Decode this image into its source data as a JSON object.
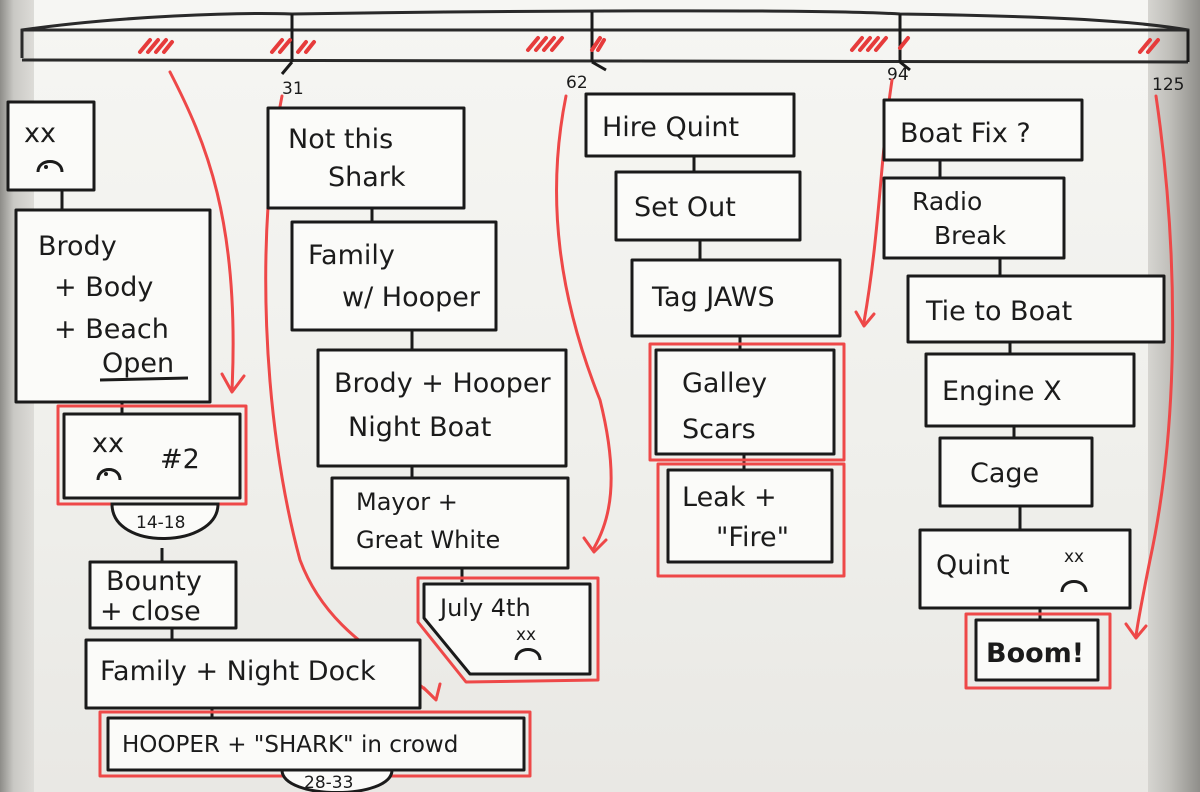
{
  "timeline": {
    "ticks": [
      "31",
      "62",
      "94",
      "125"
    ]
  },
  "col1": {
    "scene1": {
      "text": "xx",
      "glyph": "frown-icon"
    },
    "scene2": {
      "lines": [
        "Brody",
        "+ Body",
        "+ Beach",
        "Open"
      ]
    },
    "scene3": {
      "text": "xx",
      "number": "#2",
      "glyph": "frown-icon"
    },
    "range1": "14-18",
    "scene4": {
      "lines": [
        "Bounty",
        "+ close"
      ]
    },
    "scene5": "Family + Night Dock",
    "scene6": "HOOPER + \"SHARK\" in crowd",
    "range2": "28-33"
  },
  "col2": {
    "scene1": {
      "lines": [
        "Not this",
        "Shark"
      ]
    },
    "scene2": {
      "lines": [
        "Family",
        "w/ Hooper"
      ]
    },
    "scene3": {
      "lines": [
        "Brody + Hooper",
        "Night Boat"
      ]
    },
    "scene4": {
      "lines": [
        "Mayor +",
        "Great White"
      ]
    },
    "scene5": {
      "text": "July 4th",
      "mark": "xx",
      "glyph": "frown-icon"
    }
  },
  "col3": {
    "scene1": "Hire Quint",
    "scene2": "Set Out",
    "scene3": "Tag JAWS",
    "scene4": {
      "lines": [
        "Galley",
        "Scars"
      ]
    },
    "scene5": {
      "lines": [
        "Leak +",
        "\"Fire\""
      ]
    }
  },
  "col4": {
    "scene1": "Boat Fix ?",
    "scene2": {
      "lines": [
        "Radio",
        "Break"
      ]
    },
    "scene3": "Tie to Boat",
    "scene4": "Engine X",
    "scene5": "Cage",
    "scene6": {
      "text": "Quint",
      "mark": "xx",
      "glyph": "frown-icon"
    },
    "scene7": "Boom!"
  },
  "colors": {
    "ink": "#1b1b1b",
    "highlight": "#ee4848",
    "board": "#f6f6f3"
  }
}
